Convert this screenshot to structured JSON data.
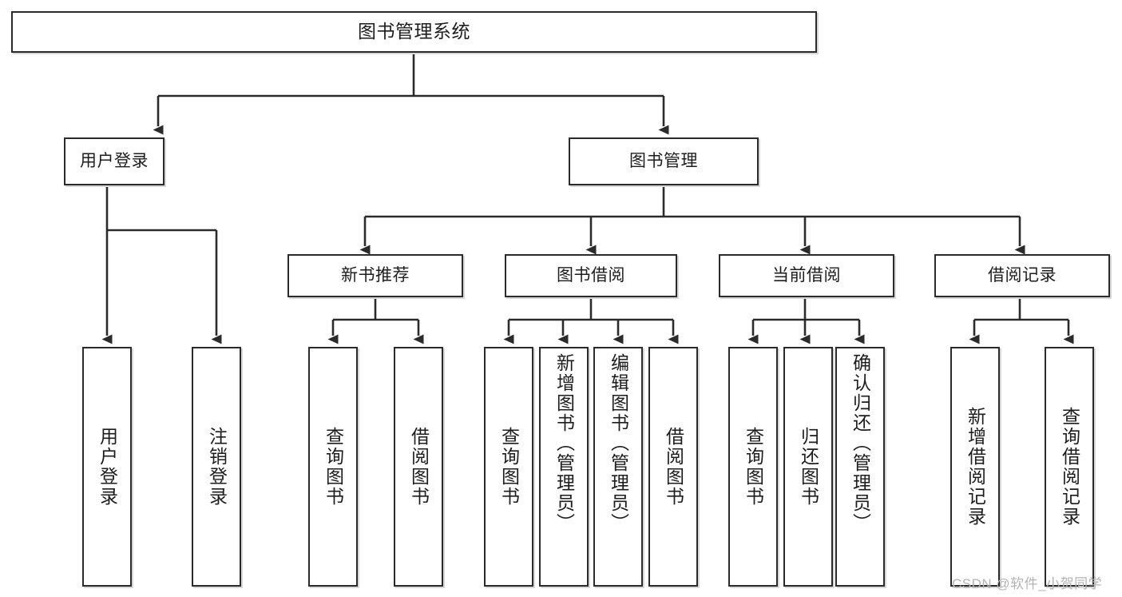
{
  "diagram": {
    "type": "tree",
    "title": "图书管理系统",
    "stroke_color": "#2b2b2b",
    "fill_color": "#ffffff",
    "text_color": "#1d1d1d",
    "watermark_color": "#b4b4b4"
  },
  "nodes": {
    "root": {
      "label": "图书管理系统",
      "level": 1
    },
    "l2": [
      {
        "label": "用户登录",
        "level": 2
      },
      {
        "label": "图书管理",
        "level": 2
      }
    ],
    "l3": [
      {
        "label": "新书推荐",
        "level": 3
      },
      {
        "label": "图书借阅",
        "level": 3
      },
      {
        "label": "当前借阅",
        "level": 3
      },
      {
        "label": "借阅记录",
        "level": 3
      }
    ],
    "leaves": {
      "user_login": [
        {
          "label": "用户登录"
        },
        {
          "label": "注销登录"
        }
      ],
      "new_book_rec": [
        {
          "label": "查询图书"
        },
        {
          "label": "借阅图书"
        }
      ],
      "book_borrow": [
        {
          "label": "查询图书"
        },
        {
          "label": "新增图书（管理员）"
        },
        {
          "label": "编辑图书（管理员）"
        },
        {
          "label": "借阅图书"
        }
      ],
      "current_borrow": [
        {
          "label": "查询图书"
        },
        {
          "label": "归还图书"
        },
        {
          "label": "确认归还（管理员）"
        }
      ],
      "borrow_record": [
        {
          "label": "新增借阅记录"
        },
        {
          "label": "查询借阅记录"
        }
      ]
    }
  },
  "watermark": {
    "text": "CSDN @软件_小贺同学"
  }
}
